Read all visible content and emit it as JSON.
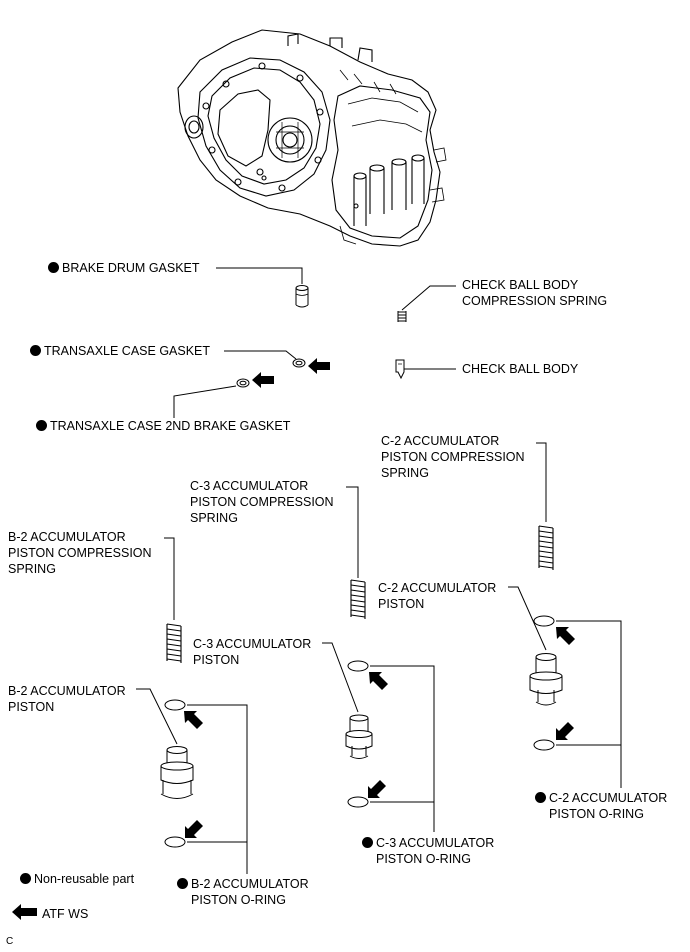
{
  "labels": {
    "brake_drum_gasket": "BRAKE DRUM GASKET",
    "check_ball_spring": [
      "CHECK BALL BODY",
      "COMPRESSION SPRING"
    ],
    "transaxle_case_gasket": "TRANSAXLE CASE GASKET",
    "check_ball_body": "CHECK BALL BODY",
    "case_2nd_brake_gasket": "TRANSAXLE CASE 2ND BRAKE GASKET",
    "c2_spring": [
      "C-2 ACCUMULATOR",
      "PISTON COMPRESSION",
      "SPRING"
    ],
    "c3_spring": [
      "C-3 ACCUMULATOR",
      "PISTON COMPRESSION",
      "SPRING"
    ],
    "b2_spring": [
      "B-2 ACCUMULATOR",
      "PISTON COMPRESSION",
      "SPRING"
    ],
    "c2_piston": [
      "C-2 ACCUMULATOR",
      "PISTON"
    ],
    "c3_piston": [
      "C-3 ACCUMULATOR",
      "PISTON"
    ],
    "b2_piston": [
      "B-2 ACCUMULATOR",
      "PISTON"
    ],
    "c2_oring": [
      "C-2 ACCUMULATOR",
      "PISTON O-RING"
    ],
    "c3_oring": [
      "C-3 ACCUMULATOR",
      "PISTON O-RING"
    ],
    "b2_oring": [
      "B-2 ACCUMULATOR",
      "PISTON O-RING"
    ]
  },
  "legend": {
    "non_reusable": "Non-reusable part",
    "atf": "ATF WS"
  },
  "figure_code": "C",
  "colors": {
    "ink": "#000000",
    "background": "#ffffff"
  }
}
